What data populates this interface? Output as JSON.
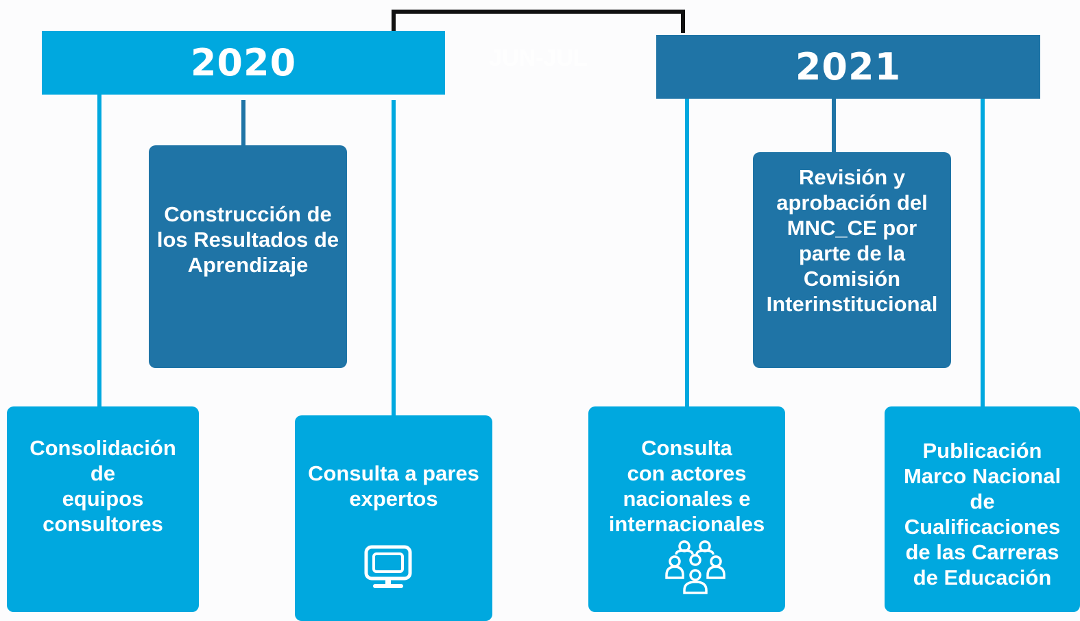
{
  "years": {
    "left": "2020",
    "right": "2021"
  },
  "bracket_label": "JUN-JUL",
  "boxes": {
    "construccion": [
      "Construcción de",
      "los Resultados de",
      "Aprendizaje"
    ],
    "consolidacion": [
      "Consolidación",
      "de",
      "equipos",
      "consultores"
    ],
    "pares": [
      "Consulta a pares",
      "expertos"
    ],
    "revision": [
      "Revisión y",
      "aprobación del",
      "MNC_CE por",
      "parte de la",
      "Comisión",
      "Interinstitucional"
    ],
    "actores": [
      "Consulta",
      "con actores",
      "nacionales e",
      "internacionales"
    ],
    "publicacion": [
      "Publicación",
      "Marco Nacional",
      "de",
      "Cualificaciones",
      "de las Carreras",
      "de Educación"
    ]
  },
  "icons": {
    "pares": "monitor-icon",
    "actores": "people-group-icon"
  },
  "colors": {
    "light_blue": "#00a8df",
    "dark_blue": "#1f74a6",
    "bracket": "#111111",
    "background": "#fcfcfd"
  }
}
